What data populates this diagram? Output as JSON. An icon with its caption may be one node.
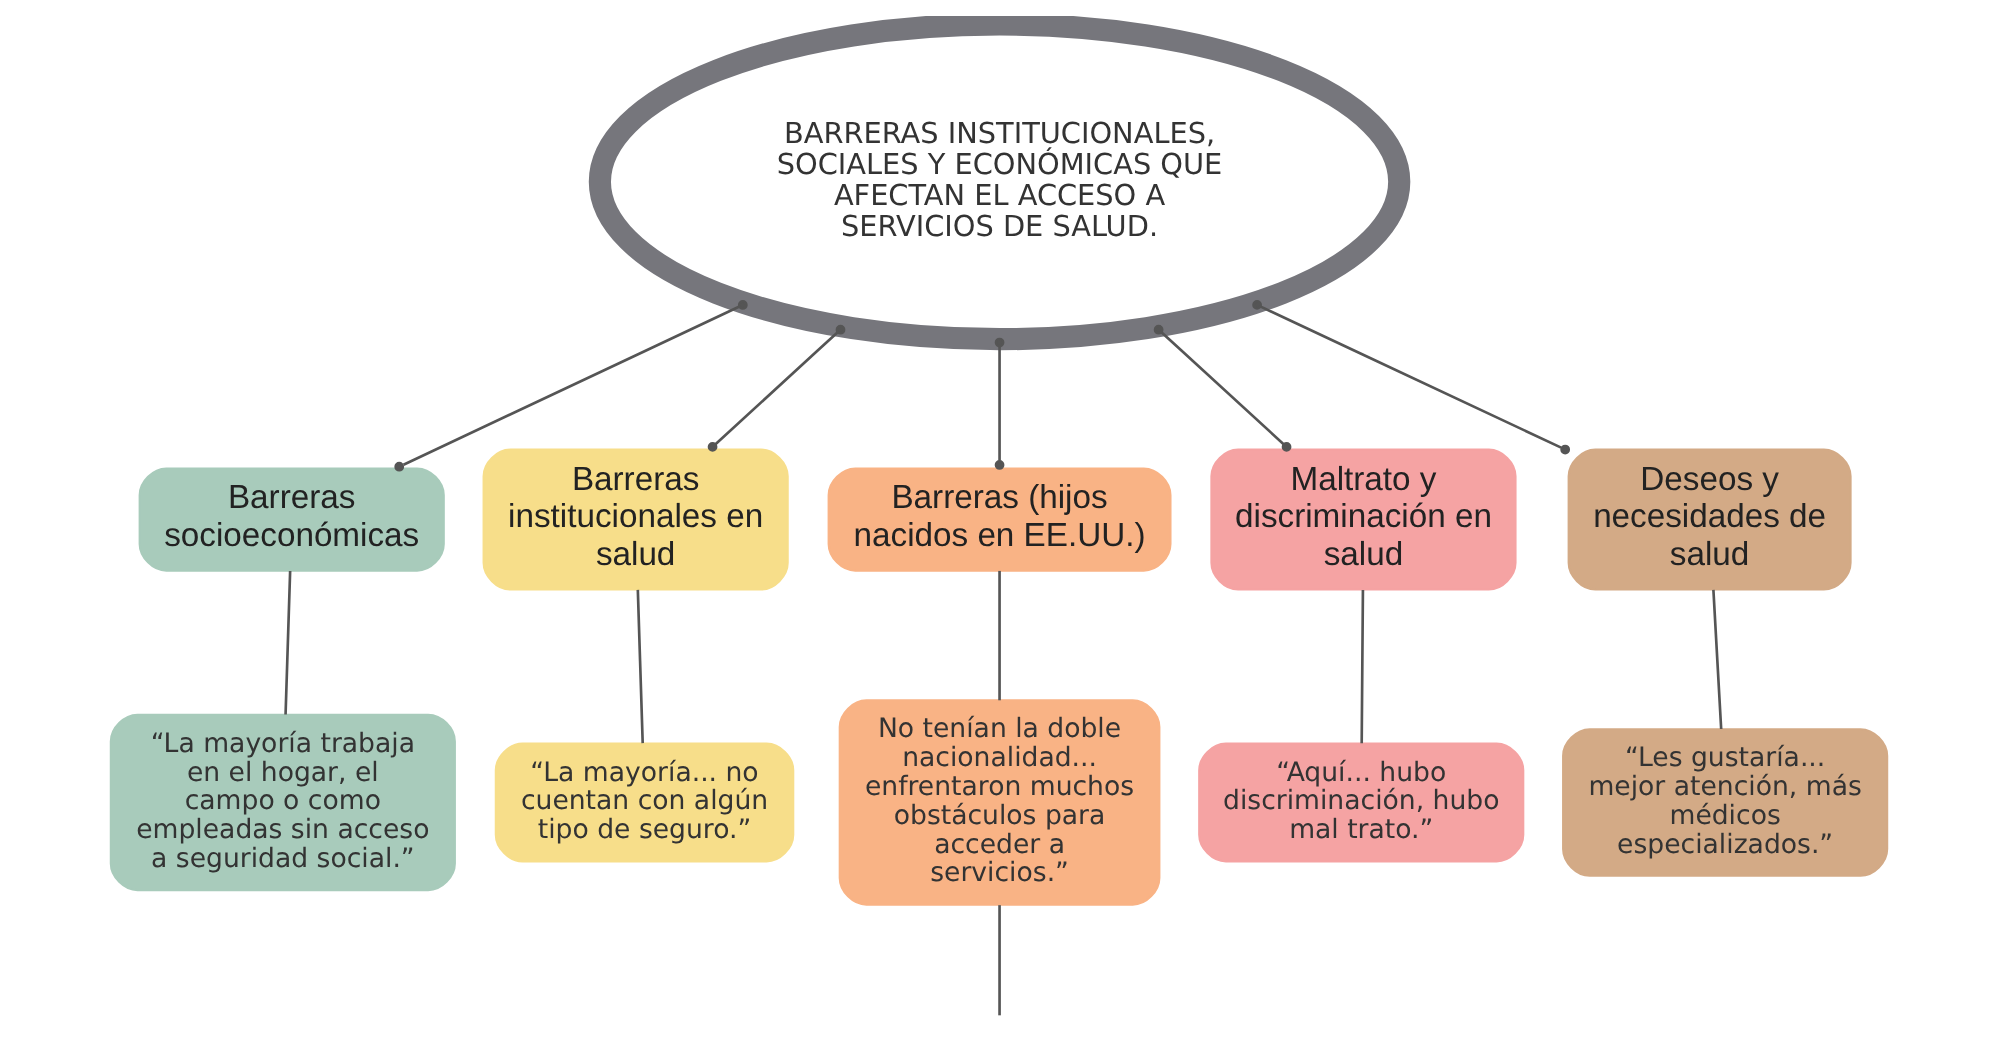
{
  "diagram": {
    "nodes": [
      {
        "text": [
          "BARRERAS INSTITUCIONALES, SOCIALES Y ECONÓMICAS QUE AFECTAN EL ACCESO A SERVICIOS DE SALUD."
        ]
      },
      {
        "text": [
          "Barreras socioeconómicas"
        ]
      },
      {
        "text": [
          "Barreras institucionales en salud"
        ]
      },
      {
        "text": [
          "Barreras (hijos nacidos en EE.UU.)"
        ]
      },
      {
        "text": [
          "Maltrato y discriminación en salud"
        ]
      },
      {
        "text": [
          "Deseos y necesidades de salud"
        ]
      },
      {
        "text": [
          "“La mayoría trabaja en el hogar, el campo o como empleadas sin acceso a seguridad social.”"
        ]
      },
      {
        "text": [
          "“La mayoría... no cuentan con algún tipo de seguro.”"
        ]
      },
      {
        "text": [
          "No tenían la doble nacionalidad... enfrentaron muchos obstáculos para acceder a servicios.”"
        ]
      },
      {
        "text": [
          "“Aquí... hubo discriminación, hubo mal trato.”"
        ]
      },
      {
        "text": [
          "“Les gustaría... mejor atención, más médicos especializados.”"
        ]
      }
    ],
    "edges": [
      {
        "from": 0,
        "to": 1,
        "arrow": "other"
      },
      {
        "from": 0,
        "to": 2,
        "arrow": "other"
      },
      {
        "from": 0,
        "to": 3,
        "arrow": "other"
      },
      {
        "from": 0,
        "to": 4,
        "arrow": "other"
      },
      {
        "from": 0,
        "to": 5,
        "arrow": "other"
      },
      {
        "from": 1,
        "to": 6,
        "arrow": "none"
      },
      {
        "from": 2,
        "to": 7,
        "arrow": "none"
      },
      {
        "from": 3,
        "to": 8,
        "arrow": "none"
      },
      {
        "from": 4,
        "to": 9,
        "arrow": "none"
      },
      {
        "from": 5,
        "to": 10,
        "arrow": "none"
      },
      {
        "from": 8,
        "to": null,
        "arrow": "none"
      }
    ]
  }
}
